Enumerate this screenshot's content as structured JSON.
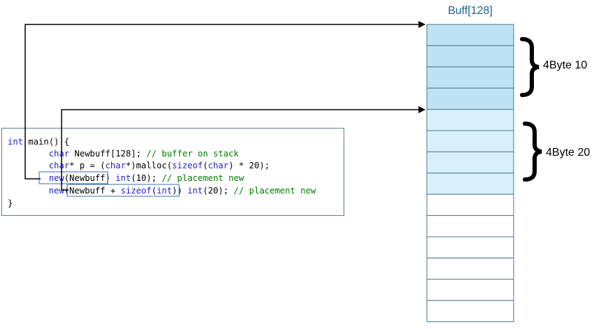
{
  "buffer": {
    "title": "Buff[128]",
    "cell_count": 14,
    "first_group_cells": 4,
    "second_group_cells": 4,
    "colors": {
      "first_group": "#bfe3f5",
      "second_group": "#d9f0fb",
      "empty": "#ffffff",
      "border": "#4a7a8c"
    }
  },
  "braces": [
    {
      "label": "4Byte 10"
    },
    {
      "label": "4Byte 20"
    }
  ],
  "code": {
    "lines": [
      [
        {
          "t": "int",
          "c": "kw"
        },
        {
          "t": " main() {",
          "c": ""
        }
      ],
      [
        {
          "t": "        ",
          "c": ""
        },
        {
          "t": "char",
          "c": "kw"
        },
        {
          "t": " Newbuff[128]; ",
          "c": ""
        },
        {
          "t": "// buffer on stack",
          "c": "cm"
        }
      ],
      [
        {
          "t": "        ",
          "c": ""
        },
        {
          "t": "char",
          "c": "kw"
        },
        {
          "t": "* p = (",
          "c": ""
        },
        {
          "t": "char",
          "c": "kw"
        },
        {
          "t": "*)malloc(",
          "c": ""
        },
        {
          "t": "sizeof",
          "c": "kw"
        },
        {
          "t": "(",
          "c": ""
        },
        {
          "t": "char",
          "c": "kw"
        },
        {
          "t": ") * 20);",
          "c": ""
        }
      ],
      [
        {
          "t": "        ",
          "c": ""
        },
        {
          "t": "new",
          "c": "kw"
        },
        {
          "t": "(Newbuff) ",
          "c": ""
        },
        {
          "t": "int",
          "c": "kw"
        },
        {
          "t": "(10); ",
          "c": ""
        },
        {
          "t": "// placement new",
          "c": "cm"
        }
      ],
      [
        {
          "t": "        ",
          "c": ""
        },
        {
          "t": "new",
          "c": "kw"
        },
        {
          "t": "(Newbuff + ",
          "c": ""
        },
        {
          "t": "sizeof",
          "c": "kw"
        },
        {
          "t": "(",
          "c": ""
        },
        {
          "t": "int",
          "c": "kw"
        },
        {
          "t": ")) ",
          "c": ""
        },
        {
          "t": "int",
          "c": "kw"
        },
        {
          "t": "(20); ",
          "c": ""
        },
        {
          "t": "// placement new",
          "c": "cm"
        }
      ],
      [
        {
          "t": "}",
          "c": ""
        }
      ]
    ],
    "colors": {
      "keyword": "#1f1fc8",
      "comment": "#008000",
      "highlight_box": "#3a6fb0"
    }
  }
}
